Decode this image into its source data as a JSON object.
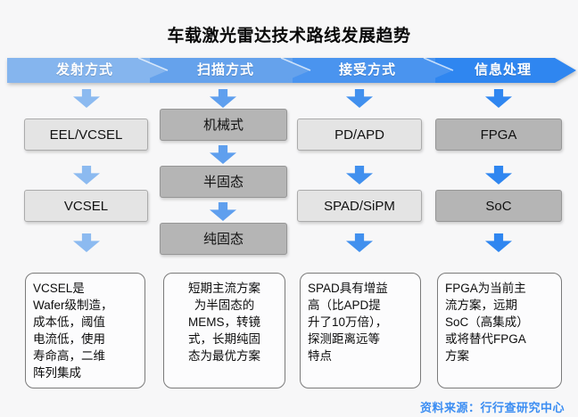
{
  "title": "车载激光雷达技术路线发展趋势",
  "banner": {
    "segments": [
      {
        "label": "发射方式",
        "color": "#85b5ee"
      },
      {
        "label": "扫描方式",
        "color": "#65a2ec"
      },
      {
        "label": "接受方式",
        "color": "#4a94ef"
      },
      {
        "label": "信息处理",
        "color": "#2f86f0"
      }
    ]
  },
  "columns": [
    {
      "id": "emission",
      "arrow_color": "#8cbaf0",
      "nodes": [
        "EEL/VCSEL",
        "VCSEL"
      ],
      "note": "VCSEL是\nWafer级制造，\n成本低，阈值\n电流低，使用\n寿命高，二维\n阵列集成"
    },
    {
      "id": "scanning",
      "arrow_color": "#5f9fee",
      "nodes": [
        "机械式",
        "半固态",
        "纯固态"
      ],
      "note": "短期主流方案\n为半固态的\nMEMS，转镜\n式，长期纯固\n态为最优方案"
    },
    {
      "id": "receiving",
      "arrow_color": "#4190ee",
      "nodes": [
        "PD/APD",
        "SPAD/SiPM"
      ],
      "note": "SPAD具有增益\n高（比APD提\n升了10万倍），\n探测距离远等\n特点"
    },
    {
      "id": "processing",
      "arrow_color": "#2f86f0",
      "nodes": [
        "FPGA",
        "SoC"
      ],
      "note": "FPGA为当前主\n流方案，远期\nSoC（高集成）\n或将替代FPGA\n方案"
    }
  ],
  "palette": {
    "background": "#f7f7f8",
    "node_light": "#e4e4e4",
    "node_dark": "#b5b5b5",
    "note_border": "#7a7a7a",
    "source_text": "#3b8df2"
  },
  "source": "资料来源：行行查研究中心"
}
